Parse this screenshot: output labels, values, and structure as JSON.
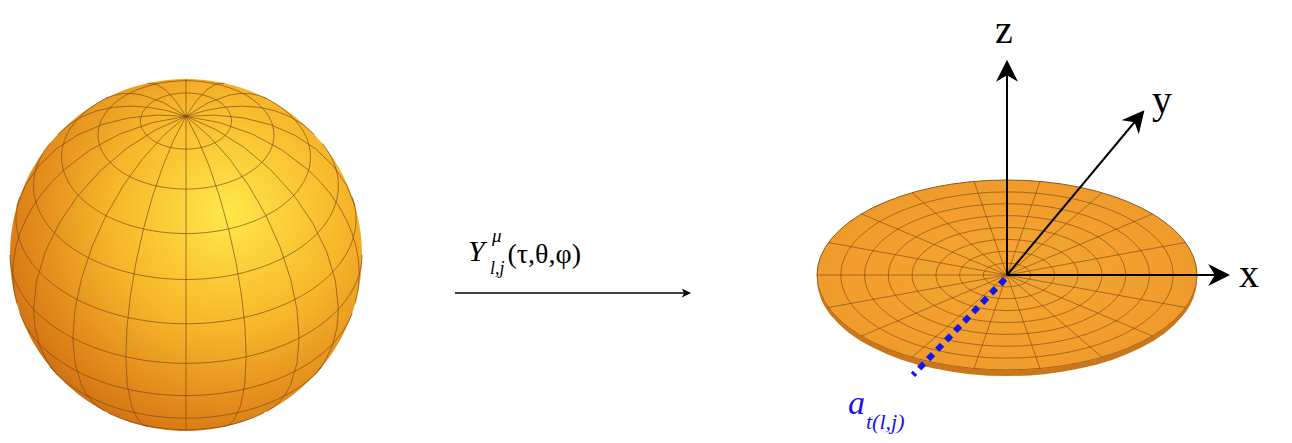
{
  "diagram": {
    "labels": [
      "Y",
      "μ",
      "l,j",
      "(τ,θ,φ)",
      "z",
      "y",
      "x",
      "a",
      "t(l,j)"
    ]
  }
}
